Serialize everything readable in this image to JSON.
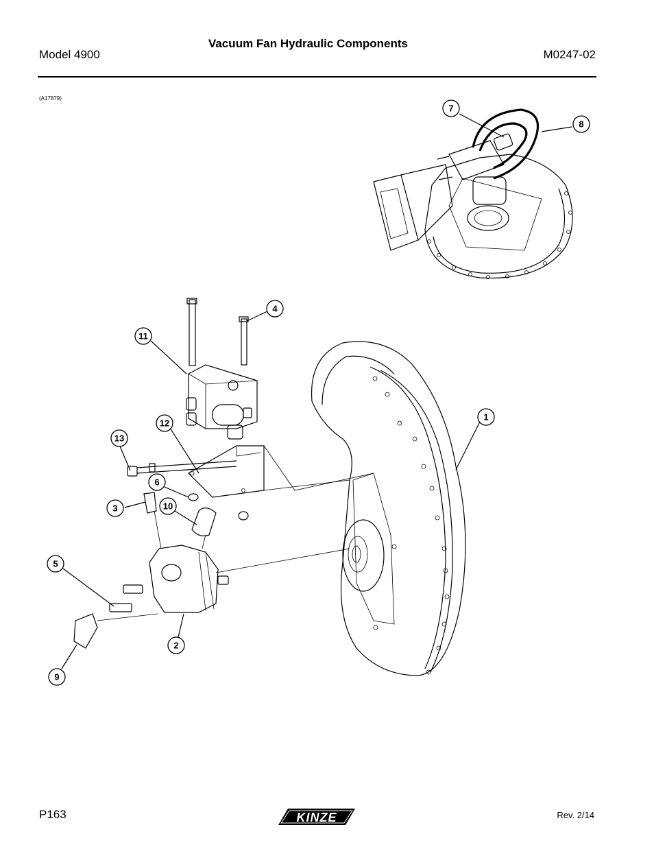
{
  "header": {
    "model": "Model 4900",
    "title": "Vacuum Fan Hydraulic Components",
    "doc_number": "M0247-02"
  },
  "figure": {
    "id": "(A17879)",
    "callouts": [
      "1",
      "2",
      "3",
      "4",
      "5",
      "6",
      "7",
      "8",
      "9",
      "10",
      "11",
      "12",
      "13"
    ]
  },
  "footer": {
    "page": "P163",
    "revision": "Rev. 2/14",
    "logo_text": "KINZE"
  }
}
